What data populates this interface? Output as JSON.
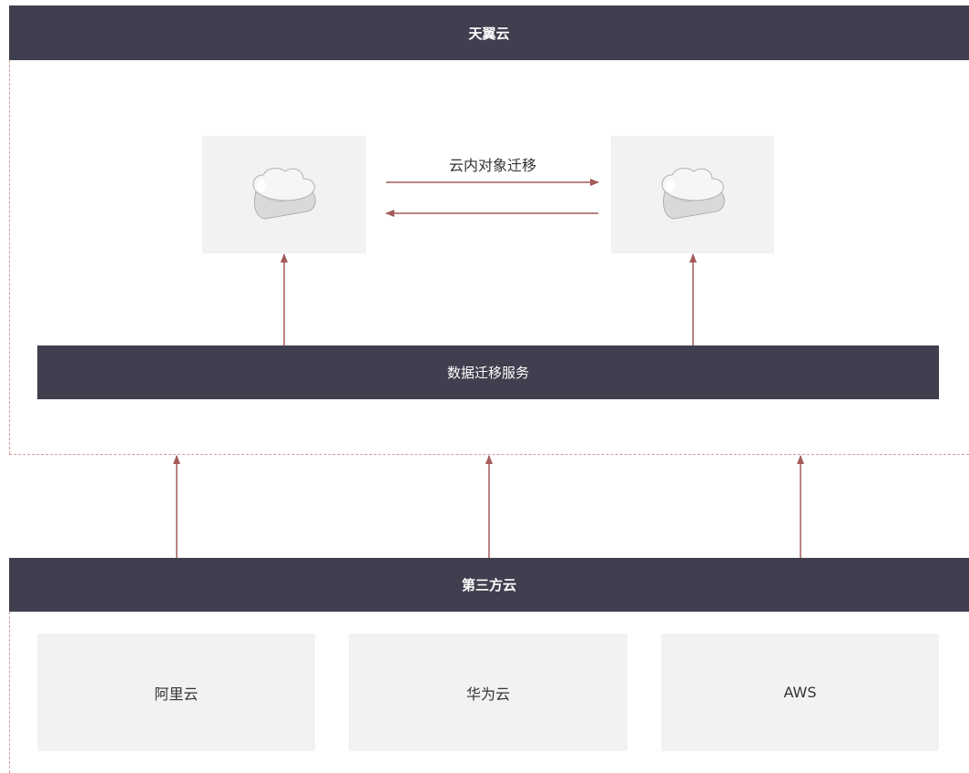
{
  "top_region": {
    "title": "天翼云",
    "migration_label": "云内对象迁移",
    "cloud_icons": [
      "cloud-icon",
      "cloud-icon"
    ]
  },
  "service_bar": {
    "label": "数据迁移服务"
  },
  "bottom_region": {
    "title": "第三方云",
    "providers": [
      "阿里云",
      "华为云",
      "AWS"
    ]
  },
  "colors": {
    "bar": "#3f3f4f",
    "box": "#f2f2f2",
    "arrow": "#a25a5a",
    "dashed_border": "#d49a9a"
  }
}
